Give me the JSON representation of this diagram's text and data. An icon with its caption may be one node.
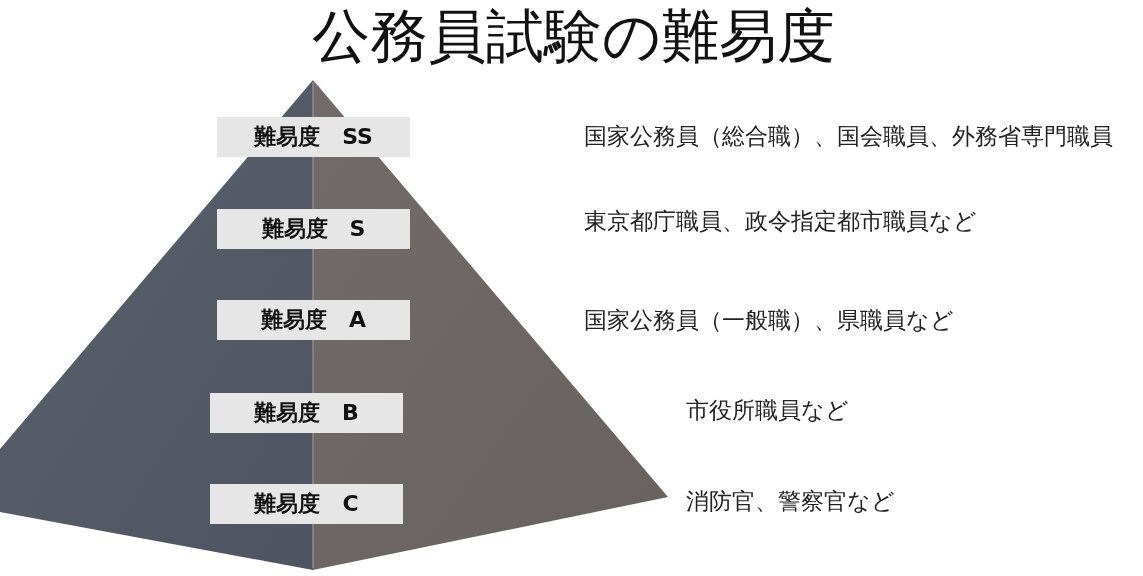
{
  "diagram": {
    "title": "公務員試験の難易度",
    "nodes": [
      {
        "text": [
          "難易度　SS"
        ]
      },
      {
        "text": [
          "難易度　S"
        ]
      },
      {
        "text": [
          "難易度　A"
        ]
      },
      {
        "text": [
          "難易度　B"
        ]
      },
      {
        "text": [
          "難易度　C"
        ]
      }
    ],
    "labels": [
      "国家公務員（総合職）、国会職員、外務省専門職員",
      "東京都庁職員、政令指定都市職員など",
      "国家公務員（一般職）、県職員など",
      "市役所職員など",
      "消防官、警察官など"
    ]
  }
}
